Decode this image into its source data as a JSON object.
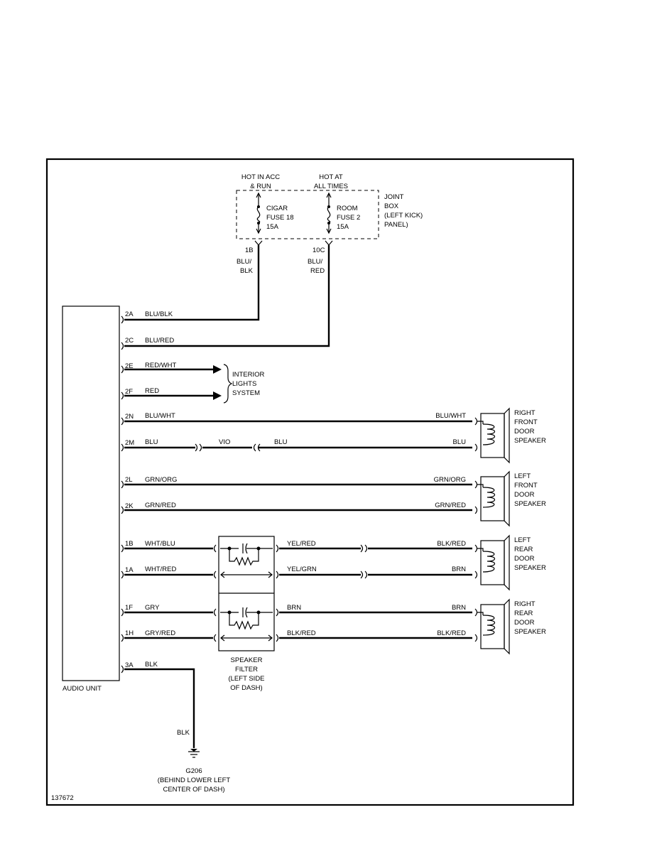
{
  "joint_box": {
    "hot_acc_l1": "HOT IN ACC",
    "hot_acc_l2": "& RUN",
    "hot_all_l1": "HOT AT",
    "hot_all_l2": "ALL TIMES",
    "name_l1": "JOINT",
    "name_l2": "BOX",
    "name_l3": "(LEFT KICK)",
    "name_l4": "PANEL)",
    "fuse1_l1": "CIGAR",
    "fuse1_l2": "FUSE 18",
    "fuse1_l3": "15A",
    "fuse2_l1": "ROOM",
    "fuse2_l2": "FUSE 2",
    "fuse2_l3": "15A",
    "term1": "1B",
    "term2": "10C",
    "wire1_l1": "BLU/",
    "wire1_l2": "BLK",
    "wire2_l1": "BLU/",
    "wire2_l2": "RED"
  },
  "audio_unit": {
    "label": "AUDIO UNIT"
  },
  "pins": [
    {
      "pin": "2A",
      "wire": "BLU/BLK"
    },
    {
      "pin": "2C",
      "wire": "BLU/RED"
    },
    {
      "pin": "2E",
      "wire": "RED/WHT"
    },
    {
      "pin": "2F",
      "wire": "RED"
    },
    {
      "pin": "2N",
      "wire": "BLU/WHT",
      "far": "BLU/WHT"
    },
    {
      "pin": "2M",
      "wire": "BLU",
      "mid1": "VIO",
      "mid2": "BLU",
      "far": "BLU"
    },
    {
      "pin": "2L",
      "wire": "GRN/ORG",
      "far": "GRN/ORG"
    },
    {
      "pin": "2K",
      "wire": "GRN/RED",
      "far": "GRN/RED"
    },
    {
      "pin": "1B",
      "wire": "WHT/BLU",
      "mid": "YEL/RED",
      "far": "BLK/RED"
    },
    {
      "pin": "1A",
      "wire": "WHT/RED",
      "mid": "YEL/GRN",
      "far": "BRN"
    },
    {
      "pin": "1F",
      "wire": "GRY",
      "mid": "BRN",
      "far": "BRN"
    },
    {
      "pin": "1H",
      "wire": "GRY/RED",
      "mid": "BLK/RED",
      "far": "BLK/RED"
    },
    {
      "pin": "3A",
      "wire": "BLK"
    }
  ],
  "interior_lights": {
    "l1": "INTERIOR",
    "l2": "LIGHTS",
    "l3": "SYSTEM"
  },
  "speakers": [
    {
      "l1": "RIGHT",
      "l2": "FRONT",
      "l3": "DOOR",
      "l4": "SPEAKER"
    },
    {
      "l1": "LEFT",
      "l2": "FRONT",
      "l3": "DOOR",
      "l4": "SPEAKER"
    },
    {
      "l1": "LEFT",
      "l2": "REAR",
      "l3": "DOOR",
      "l4": "SPEAKER"
    },
    {
      "l1": "RIGHT",
      "l2": "REAR",
      "l3": "DOOR",
      "l4": "SPEAKER"
    }
  ],
  "speaker_filter": {
    "l1": "SPEAKER",
    "l2": "FILTER",
    "l3": "(LEFT SIDE",
    "l4": "OF DASH)"
  },
  "ground": {
    "wire": "BLK",
    "name": "G206",
    "l1": "(BEHIND LOWER LEFT",
    "l2": "CENTER OF DASH)"
  },
  "figure_id": "137672"
}
